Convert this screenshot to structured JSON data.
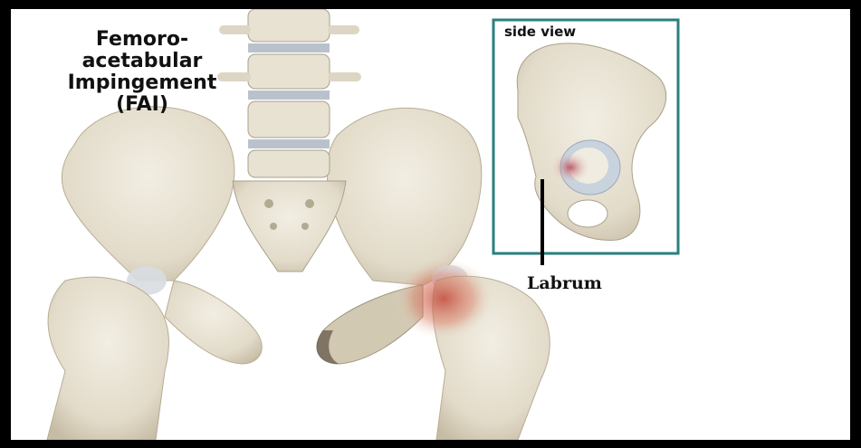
{
  "title": "Femoro-\nacetabular\nImpingement\n(FAI)",
  "inset": {
    "caption": "side view"
  },
  "callout": {
    "label": "Labrum"
  },
  "colors": {
    "bone": "#e6e0d0",
    "boneShade": "#c9c0ab",
    "inflammation": "#c4473a",
    "insetBorder": "#2b7f7f",
    "frame": "#000000"
  }
}
